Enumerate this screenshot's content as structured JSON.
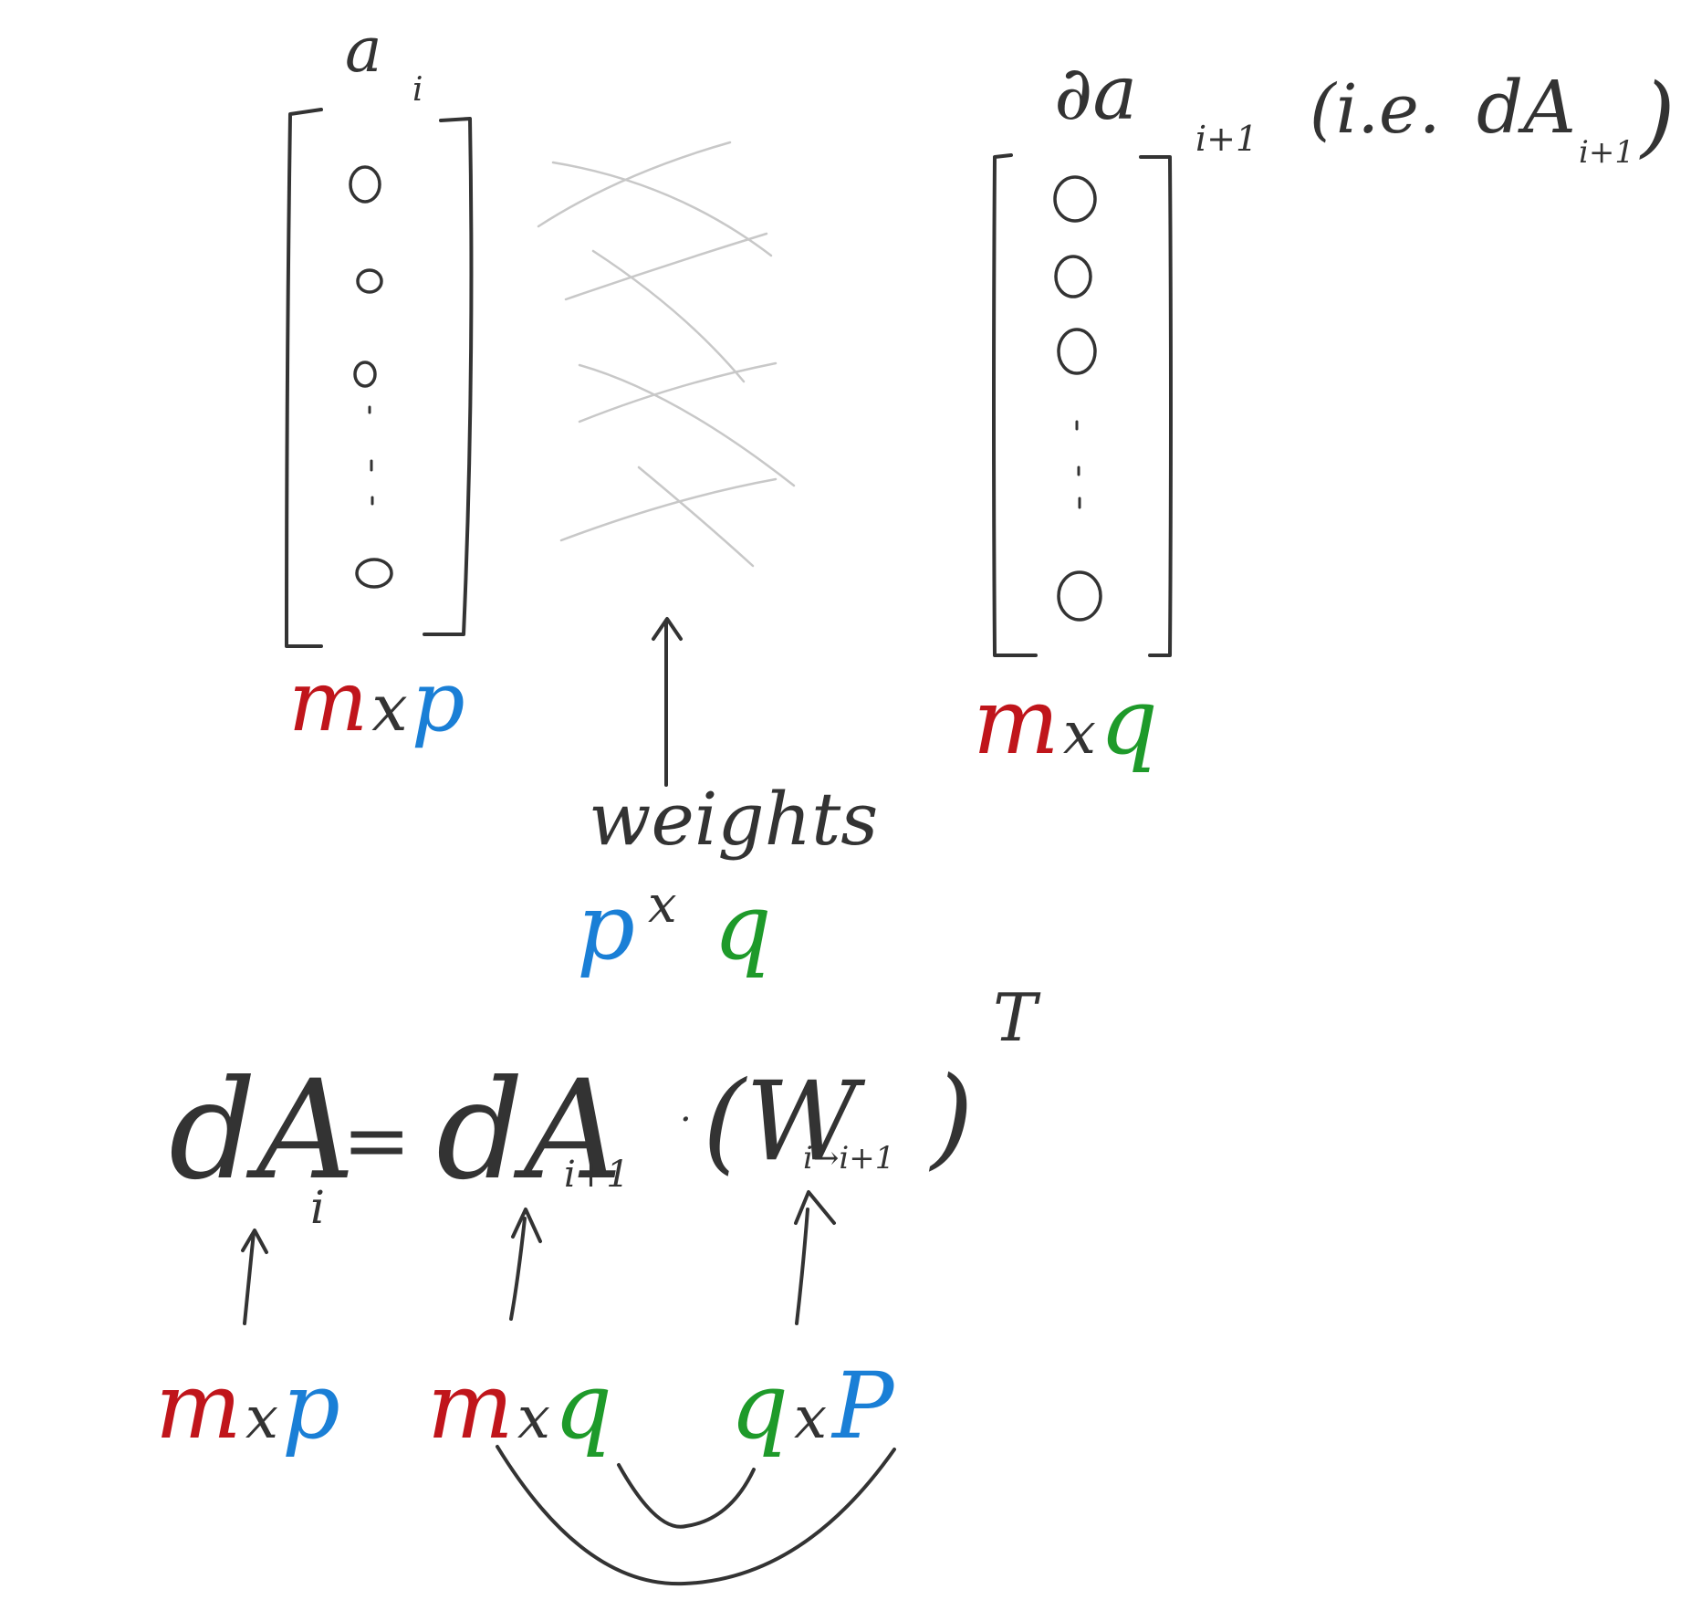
{
  "top_left": {
    "vector_label": "a",
    "vector_sub": "i",
    "dims": {
      "rows": "m",
      "times": "x",
      "cols": "p"
    }
  },
  "top_right": {
    "vector_label": "∂a",
    "vector_sub": "i+1",
    "note_open": "(i.e.",
    "note_main": "dA",
    "note_sub": "i+1",
    "note_close": ")",
    "dims": {
      "rows": "m",
      "times": "x",
      "cols": "q"
    }
  },
  "weights": {
    "label": "weights",
    "dims": {
      "rows": "p",
      "times": "x",
      "cols": "q"
    }
  },
  "equation": {
    "lhs": "dA",
    "lhs_sub": "i",
    "equals": "=",
    "rhs1": "dA",
    "rhs1_sub": "i+1",
    "dot": "·",
    "rhs2_open": "(W",
    "rhs2_sub": "i→i+1",
    "rhs2_close": ")",
    "transpose": "T"
  },
  "equation_dims": {
    "lhs": {
      "rows": "m",
      "times": "x",
      "cols": "p"
    },
    "rhs1": {
      "rows": "m",
      "times": "x",
      "cols": "q"
    },
    "rhs2": {
      "rows": "q",
      "times": "x",
      "cols": "P"
    }
  },
  "colors": {
    "m": "#c0151b",
    "p": "#1a7fd6",
    "q": "#1e9a2a",
    "ink": "#333333",
    "weights": "#c8c8c8"
  }
}
